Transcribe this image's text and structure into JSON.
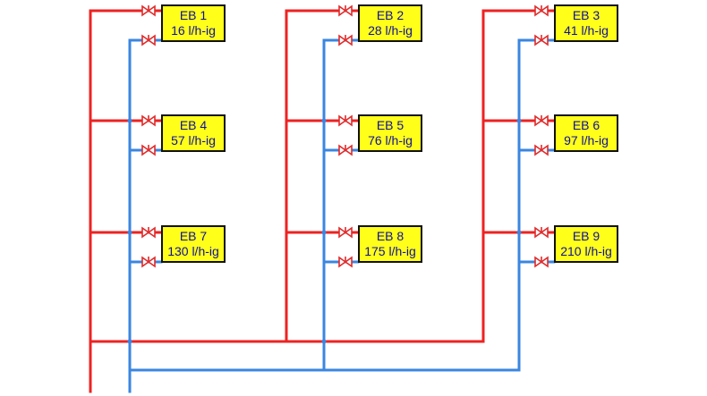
{
  "colors": {
    "supply_pipe": "#ee2222",
    "return_pipe": "#3a86e0",
    "valve": "#e02a2a",
    "unit_fill": "#ffff1a",
    "unit_border": "#111111",
    "unit_text": "#10109a"
  },
  "units": [
    {
      "id": "EB 1",
      "flow": "16 l/h-ig"
    },
    {
      "id": "EB 2",
      "flow": "28 l/h-ig"
    },
    {
      "id": "EB 3",
      "flow": "41 l/h-ig"
    },
    {
      "id": "EB 4",
      "flow": "57 l/h-ig"
    },
    {
      "id": "EB 5",
      "flow": "76 l/h-ig"
    },
    {
      "id": "EB 6",
      "flow": "97 l/h-ig"
    },
    {
      "id": "EB 7",
      "flow": "130 l/h-ig"
    },
    {
      "id": "EB 8",
      "flow": "175 l/h-ig"
    },
    {
      "id": "EB 9",
      "flow": "210 l/h-ig"
    }
  ]
}
